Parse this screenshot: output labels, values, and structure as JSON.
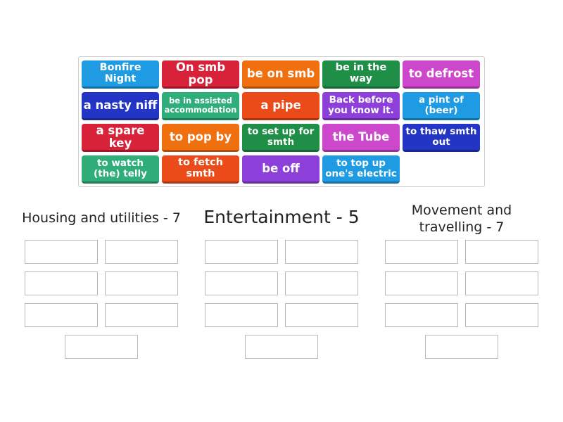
{
  "tiles": [
    {
      "label": "Bonfire Night",
      "color": "#1e9be3"
    },
    {
      "label": "On smb pop",
      "color": "#d8223a"
    },
    {
      "label": "be on smb",
      "color": "#f06f0e"
    },
    {
      "label": "be in the way",
      "color": "#1f8f48"
    },
    {
      "label": "to defrost",
      "color": "#cc47cc"
    },
    {
      "label": "a nasty niff",
      "color": "#2335c4"
    },
    {
      "label": "be in assisted accommodation",
      "color": "#2fae7a"
    },
    {
      "label": "a pipe",
      "color": "#ea4b18"
    },
    {
      "label": "Back before you know it.",
      "color": "#8c3fd9"
    },
    {
      "label": "a pint of (beer)",
      "color": "#1e9be3"
    },
    {
      "label": "a spare key",
      "color": "#d8223a"
    },
    {
      "label": "to pop by",
      "color": "#f06f0e"
    },
    {
      "label": "to set up for smth",
      "color": "#1f8f48"
    },
    {
      "label": "the Tube",
      "color": "#cc47cc"
    },
    {
      "label": "to thaw smth out",
      "color": "#2335c4"
    },
    {
      "label": "to watch (the) telly",
      "color": "#2fae7a"
    },
    {
      "label": "to fetch smth",
      "color": "#ea4b18"
    },
    {
      "label": "be off",
      "color": "#8c3fd9"
    },
    {
      "label": "to top up one's electric",
      "color": "#1e9be3"
    }
  ],
  "groups": [
    {
      "title": "Housing and utilities - 7"
    },
    {
      "title": "Entertainment - 5"
    },
    {
      "title": "Movement and travelling - 7"
    }
  ]
}
